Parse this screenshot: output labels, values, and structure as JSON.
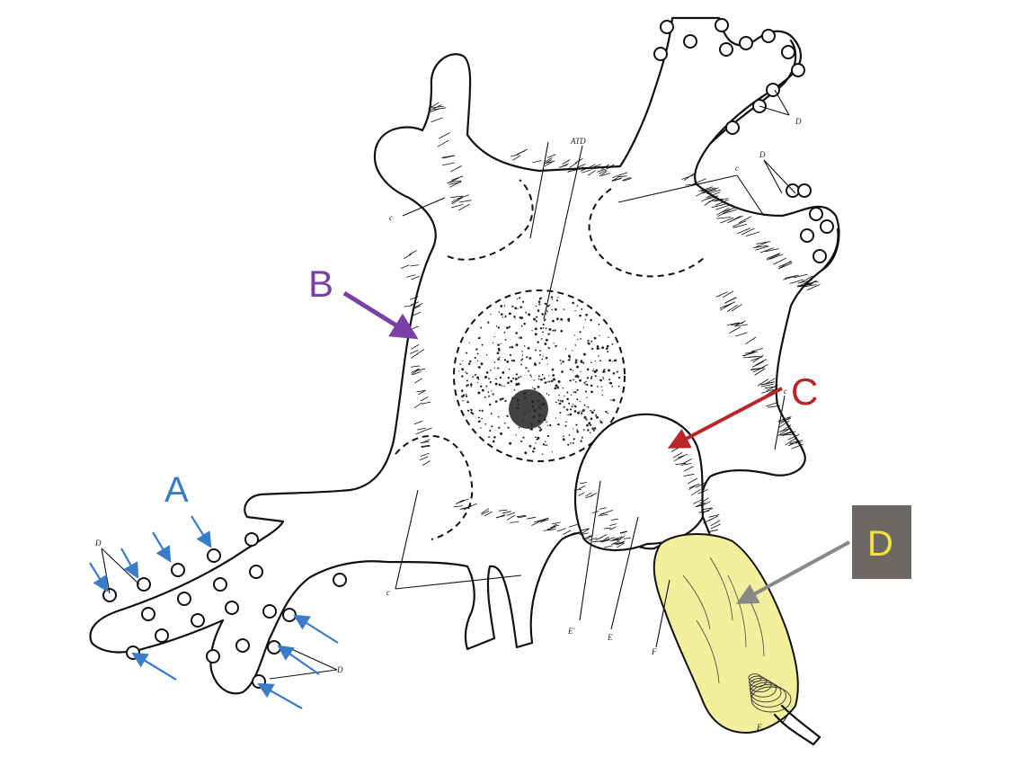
{
  "labels": {
    "A": "A",
    "B": "B",
    "C": "C",
    "D": "D"
  },
  "drawing_letters": {
    "c": "c",
    "d": "D",
    "atd": "ATD",
    "e": "E",
    "e_prime": "E'",
    "f": "F"
  },
  "colors": {
    "label_a": "#3a7cc8",
    "label_b": "#7b3fa8",
    "label_c": "#b8262a",
    "label_d_text": "#f2e43c",
    "label_d_box": "#6e6864",
    "axon_highlight": "#f3ef9c"
  }
}
